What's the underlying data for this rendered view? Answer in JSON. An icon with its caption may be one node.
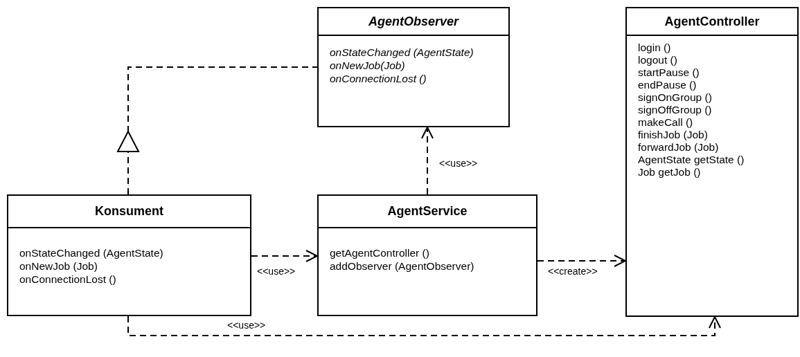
{
  "diagram": {
    "nodes": [
      {
        "text": [
          "AgentObserver",
          "onStateChanged (AgentState)",
          "onNewJob(Job)",
          "onConnectionLost ()"
        ]
      },
      {
        "text": [
          "AgentController",
          "login ()",
          "logout ()",
          "startPause ()",
          "endPause ()",
          "signOnGroup ()",
          "signOffGroup ()",
          "makeCall ()",
          "finishJob (Job)",
          "forwardJob (Job)",
          "AgentState getState ()",
          "Job getJob ()"
        ]
      },
      {
        "text": [
          "Konsument",
          "onStateChanged (AgentState)",
          "onNewJob (Job)",
          "onConnectionLost ()"
        ]
      },
      {
        "text": [
          "AgentService",
          "getAgentController ()",
          "addObserver (AgentObserver)"
        ]
      }
    ],
    "edges": [
      {
        "from": 2,
        "to": 0,
        "arrow": "to",
        "style": "dashed"
      },
      {
        "from": 3,
        "to": 0,
        "arrow": "to",
        "style": "dashed",
        "label": "<<use>>"
      },
      {
        "from": 2,
        "to": 3,
        "arrow": "to",
        "style": "dashed",
        "label": "<<use>>"
      },
      {
        "from": 3,
        "to": 1,
        "arrow": "to",
        "style": "dashed",
        "label": "<<create>>"
      },
      {
        "from": 2,
        "to": 1,
        "arrow": "to",
        "style": "dashed",
        "label": "<<use>>"
      }
    ]
  }
}
